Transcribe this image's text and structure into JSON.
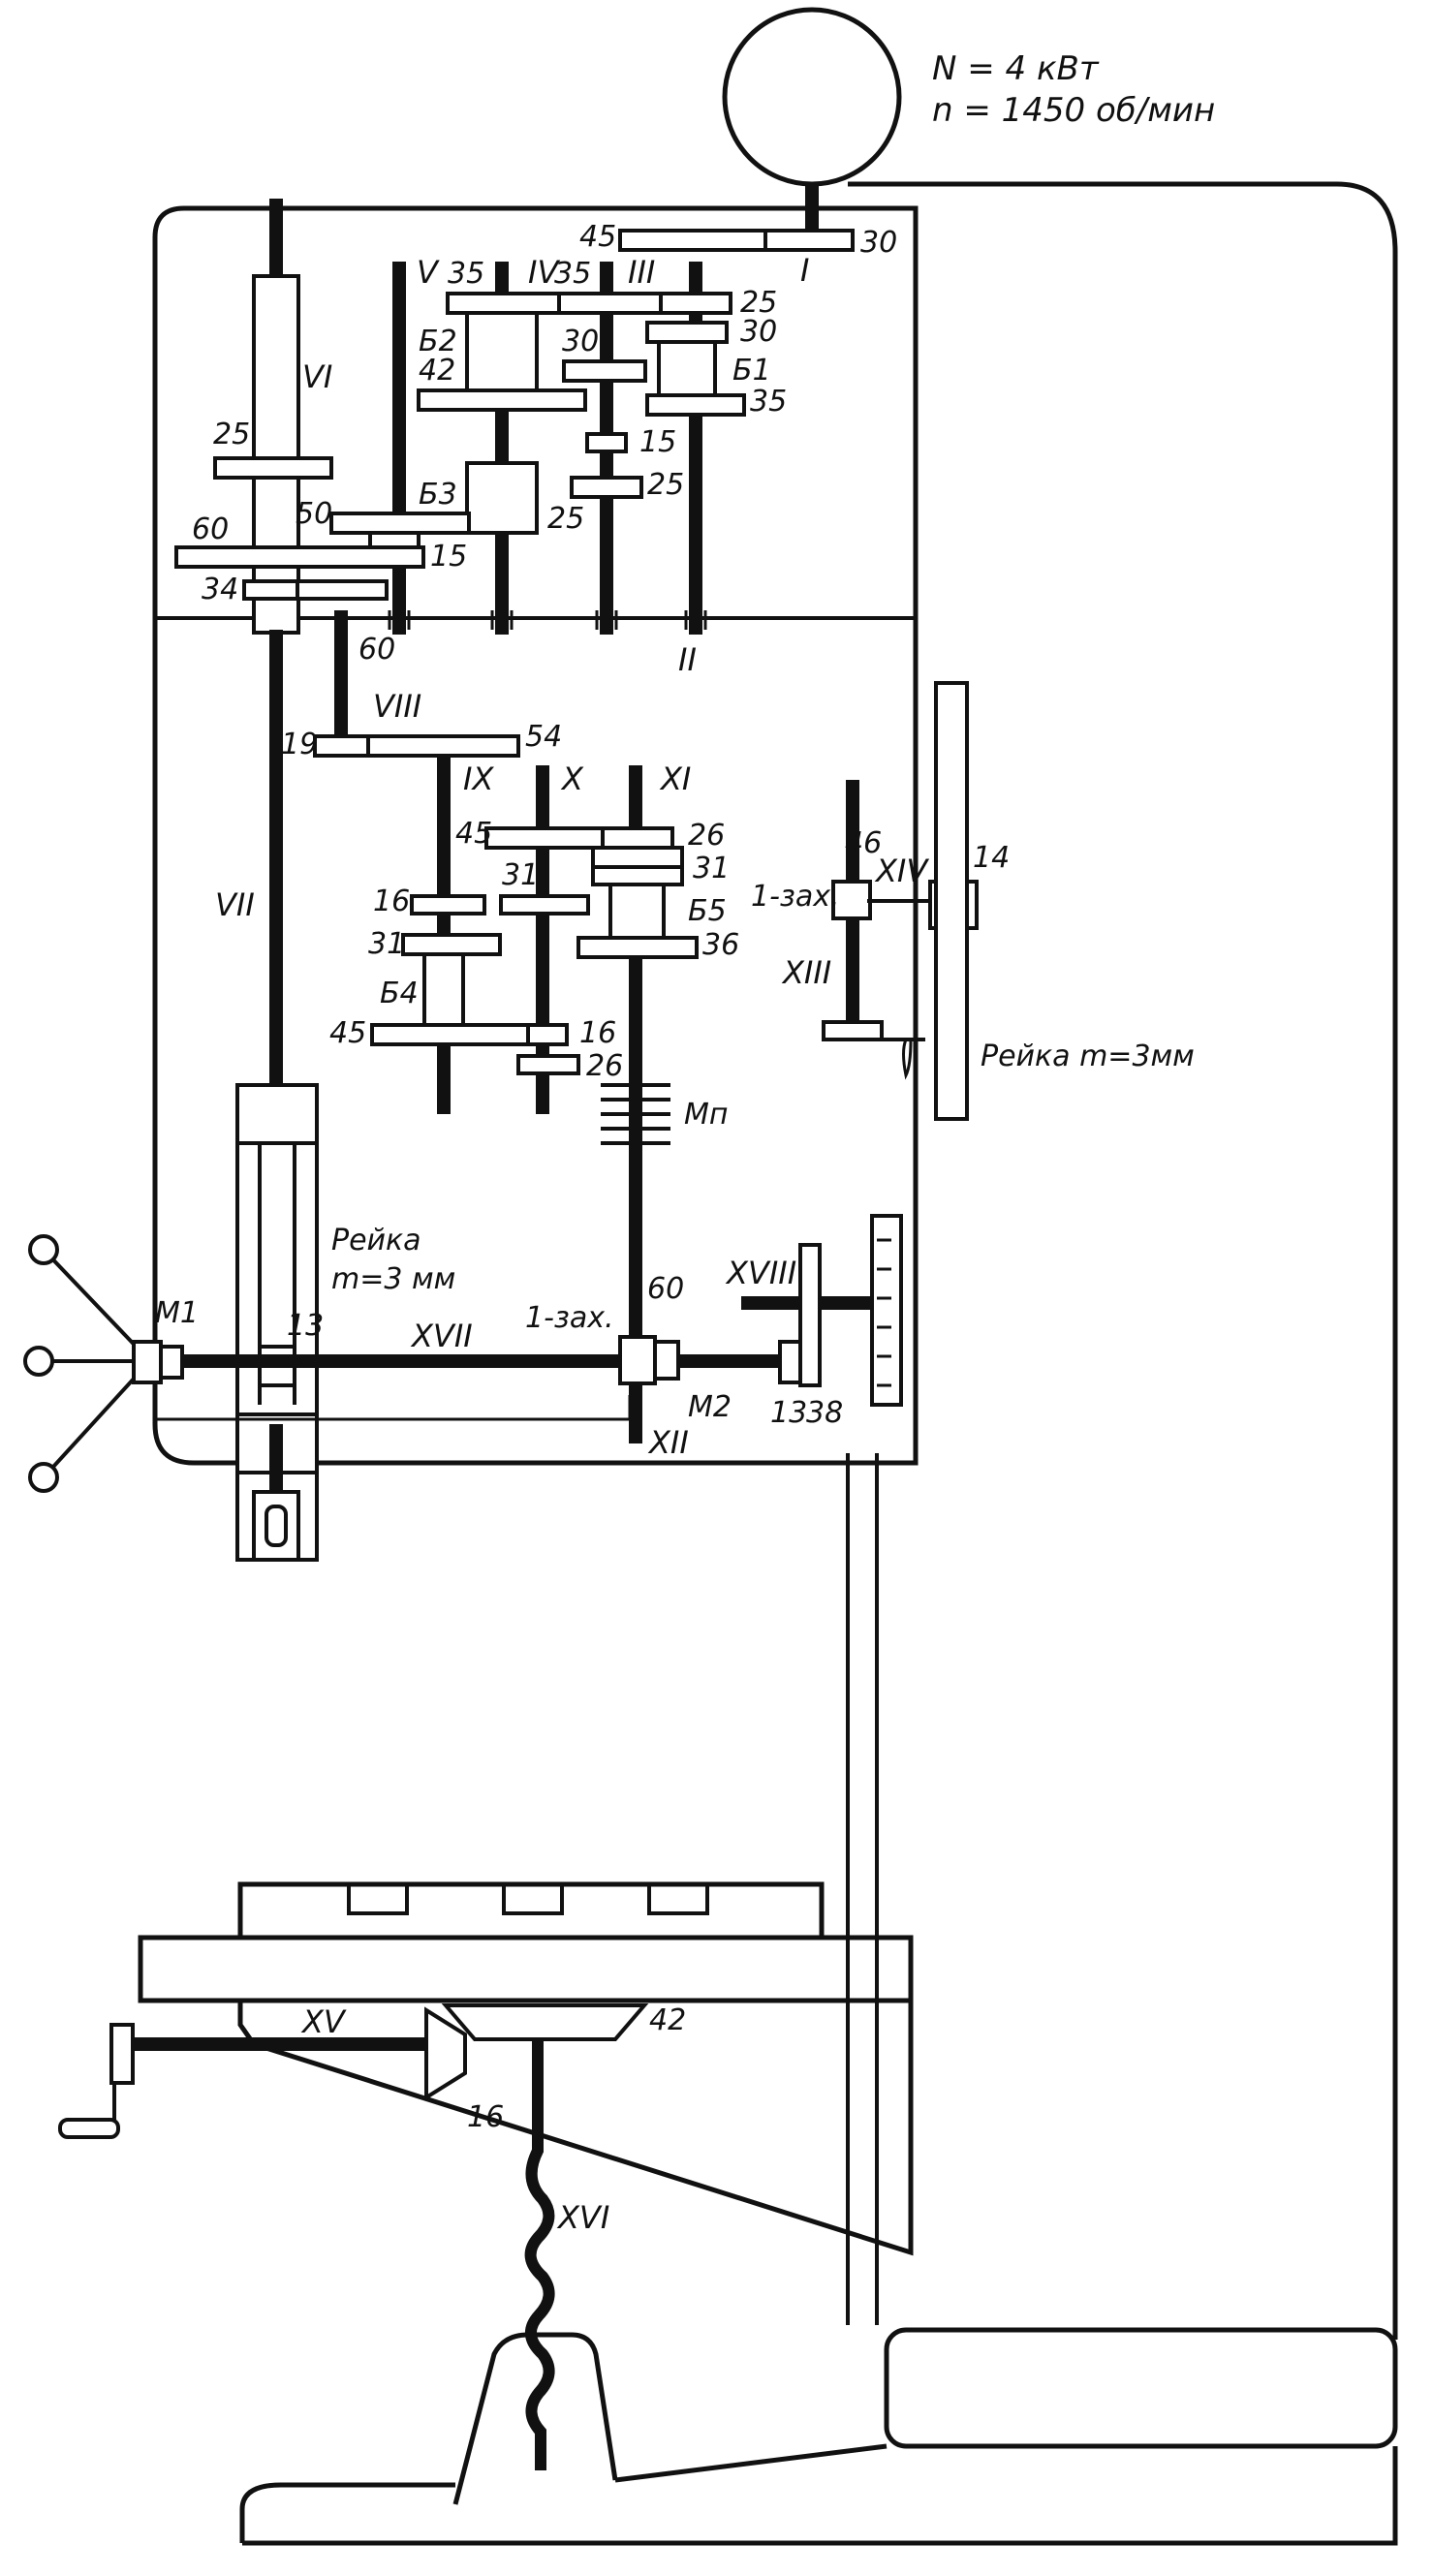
{
  "motor": {
    "power": "N = 4 кВт",
    "speed": "n = 1450 об/мин"
  },
  "shafts": {
    "I": "I",
    "II": "II",
    "III": "III",
    "IV": "IV",
    "V": "V",
    "VI": "VI",
    "VII": "VII",
    "VIII": "VIII",
    "IX": "IX",
    "X": "X",
    "XI": "XI",
    "XII": "XII",
    "XIII": "XIII",
    "XIV": "XIV",
    "XV": "XV",
    "XVI": "XVI",
    "XVII": "XVII",
    "XVIII": "XVIII"
  },
  "blocks": {
    "b1": "Б1",
    "b2": "Б2",
    "b3": "Б3",
    "b4": "Б4",
    "b5": "Б5"
  },
  "clutches": {
    "m1": "M1",
    "m2": "M2",
    "mp": "Mп"
  },
  "gear_teeth": {
    "g45a": "45",
    "g30a": "30",
    "g35v": "35",
    "g35iv": "35",
    "g25a": "25",
    "g30b": "30",
    "g35b": "35",
    "g42a": "42",
    "g30c": "30",
    "g15a": "15",
    "g25b": "25",
    "g25c": "25",
    "g50": "50",
    "g25d": "25",
    "g60a": "60",
    "g15b": "15",
    "g34": "34",
    "g60b": "60",
    "g19": "19",
    "g54": "54",
    "g45b": "45",
    "g26a": "26",
    "g31a": "31",
    "g31b": "31",
    "g16a": "16",
    "g31c": "31",
    "g36": "36",
    "g45c": "45",
    "g16b": "16",
    "g26b": "26",
    "g13a": "13",
    "g60c": "60",
    "g13b": "13",
    "g38": "38",
    "g46": "46",
    "g14": "14",
    "g42b": "42",
    "g16c": "16"
  },
  "worms": {
    "w1": "1-зах.",
    "w2": "1-зах."
  },
  "racks": {
    "rack1_title": "Рейка",
    "rack1_module": "m=3 мм",
    "rack2": "Рейка m=3мм"
  }
}
